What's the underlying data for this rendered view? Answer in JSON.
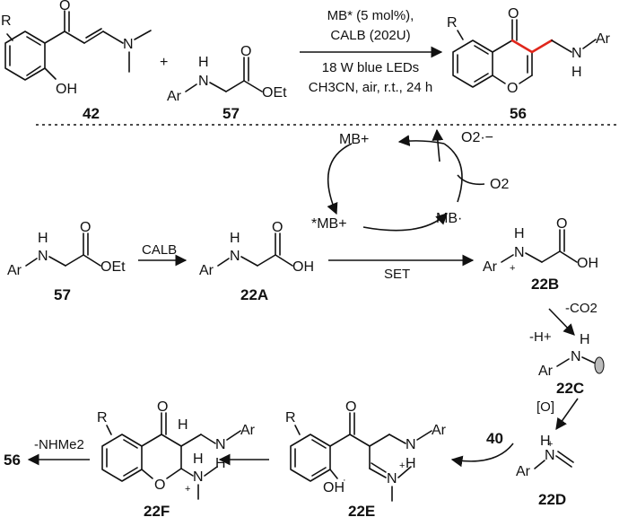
{
  "top_reaction": {
    "conditions": [
      "MB* (5 mol%),",
      "CALB (202U)",
      "18 W blue LEDs",
      "CH3CN, air, r.t., 24 h"
    ],
    "plus": "+",
    "compound_labels": {
      "c42": "42",
      "c57": "57",
      "c56": "56"
    }
  },
  "atoms": {
    "R": "R",
    "O": "O",
    "OH": "OH",
    "N": "N",
    "NH": "N",
    "H": "H",
    "Ar": "Ar",
    "OEt": "OEt",
    "Nplus": "N",
    "plus": "+",
    "dot": "·",
    "H2": "H"
  },
  "cycle": {
    "mb_plus_top": "MB+",
    "mb_star": "*MB+",
    "mb_radical": "MB·",
    "o2": "O2",
    "superoxide": "O2·−",
    "set": "SET",
    "calb": "CALB"
  },
  "mechanism": {
    "labels": {
      "c57": "57",
      "c22A": "22A",
      "c22B": "22B",
      "c22C": "22C",
      "c22D": "22D",
      "c22E": "22E",
      "c22F": "22F",
      "c56": "56",
      "c40": "40"
    },
    "co2": "-CO2",
    "hplus": "-H+",
    "oxid": "[O]",
    "nhme2": "-NHMe2"
  }
}
